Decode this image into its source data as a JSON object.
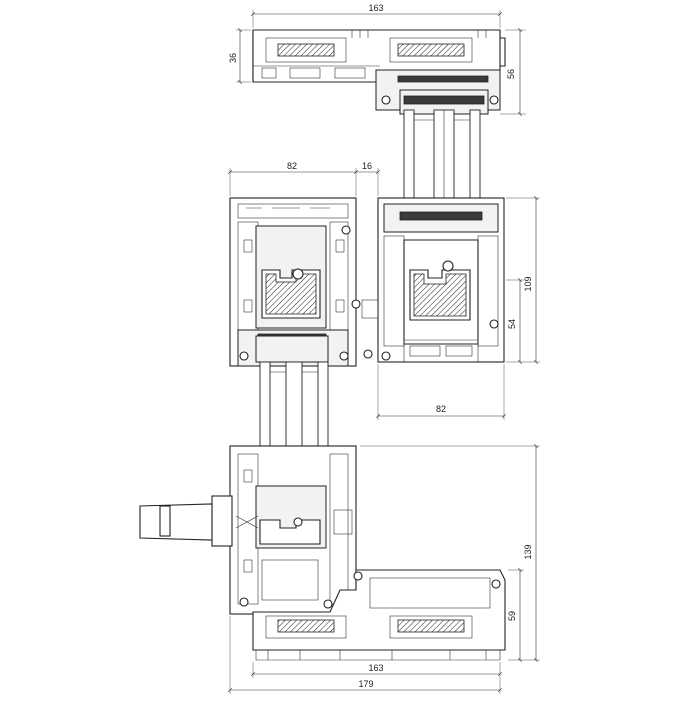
{
  "dimensions": {
    "top_width": "163",
    "top_left_height": "36",
    "top_right_height": "56",
    "mid_width": "82",
    "mid_offset": "16",
    "right_height": "109",
    "right_inner_height": "54",
    "right_width": "82",
    "bottom_height": "139",
    "bottom_inner_height": "59",
    "bottom_width": "163",
    "bottom_total_width": "179"
  }
}
